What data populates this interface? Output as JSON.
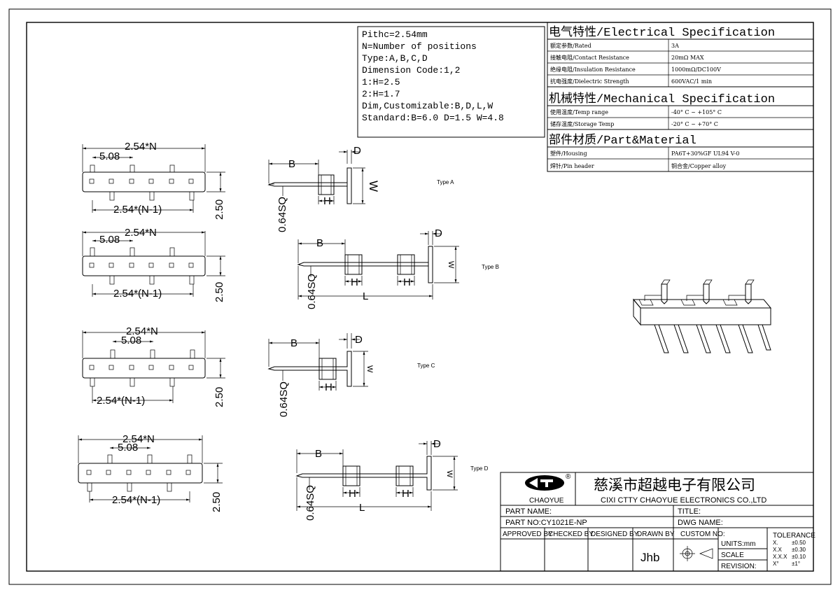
{
  "notes": {
    "lines": [
      "Pithc=2.54mm",
      "N=Number of positions",
      "Type:A,B,C,D",
      "Dimension Code:1,2",
      "1:H=2.5",
      "2:H=1.7",
      "Dim,Customizable:B,D,L,W",
      "Standard:B=6.0 D=1.5 W=4.8"
    ]
  },
  "spec": {
    "electrical": {
      "heading": "电气特性/Electrical Specification",
      "rows": [
        {
          "label": "额定参数/Rated",
          "value": "3A"
        },
        {
          "label": "接触电阻/Contact Resistance",
          "value": "20mΩ MAX"
        },
        {
          "label": "绝缘电阻/Insulation Resistance",
          "value": "1000mΩ/DC100V"
        },
        {
          "label": "抗电强度/Dielectric Strength",
          "value": "600VAC/1 min"
        }
      ]
    },
    "mechanical": {
      "heading": "机械特性/Mechanical Specification",
      "rows": [
        {
          "label": "使用温度/Temp range",
          "value": "-40° C ~ +105° C"
        },
        {
          "label": "储存温度/Storage Temp",
          "value": "-20° C ~ +70° C"
        }
      ]
    },
    "material": {
      "heading": "部件材质/Part&Material",
      "rows": [
        {
          "label": "塑件/Housing",
          "value": "PA6T+30%GF  UL94  V-0"
        },
        {
          "label": "焊针/Pin header",
          "value": "铜合金/Copper alloy"
        }
      ]
    }
  },
  "front_views": {
    "pitch_total": "2.54*N",
    "span": "5.08",
    "pin_span": "2.54*(N-1)",
    "height": "2.50"
  },
  "side_views": {
    "b": "B",
    "d": "D",
    "w": "W",
    "h": "H",
    "l": "L",
    "pin": "0.64SQ",
    "type_a": "Type A",
    "type_b": "Type B",
    "type_c": "Type C",
    "type_d": "Type D"
  },
  "title_block": {
    "logo_text": "CHAOYUE",
    "logo_mark": "®",
    "company_cn": "慈溪市超越电子有限公司",
    "company_en": "CIXI CTTY CHAOYUE ELECTRONICS CO.,LTD",
    "part_name": "PART NAME:",
    "title": "TITLE:",
    "part_no": "PART NO:CY1021E-NP",
    "dwg_name": "DWG NAME:",
    "approved_by": "APPROVED BY",
    "checked_by": "CHECKED BY",
    "designed_by": "DESIGNED BY",
    "drawn_by": "DRAWN BY",
    "drawn_name": "Jhb",
    "custom_no": "CUSTOM NO:",
    "units": "UNITS:mm",
    "scale": "SCALE",
    "revision": "REVISION:",
    "tolerance": {
      "title": "TOLERANCE",
      "rows": [
        {
          "k": "X.",
          "v": "±0.50"
        },
        {
          "k": "X.X",
          "v": "±0.30"
        },
        {
          "k": "X.X.X",
          "v": "±0.10"
        },
        {
          "k": "X°",
          "v": "±1°"
        }
      ]
    }
  }
}
